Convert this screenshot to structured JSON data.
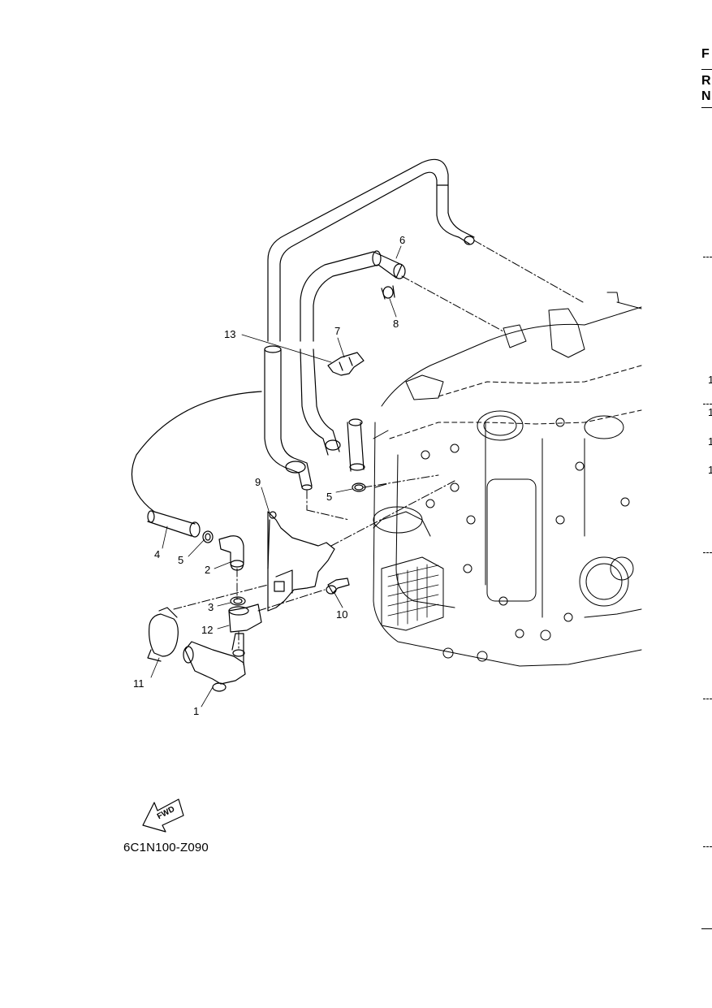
{
  "diagram": {
    "part_code": "6C1N100-Z090",
    "fwd_label": "FWD",
    "callouts": [
      {
        "id": "c1",
        "text": "1"
      },
      {
        "id": "c2",
        "text": "2"
      },
      {
        "id": "c3",
        "text": "3"
      },
      {
        "id": "c4",
        "text": "4"
      },
      {
        "id": "c5a",
        "text": "5"
      },
      {
        "id": "c5b",
        "text": "5"
      },
      {
        "id": "c6",
        "text": "6"
      },
      {
        "id": "c7",
        "text": "7"
      },
      {
        "id": "c8",
        "text": "8"
      },
      {
        "id": "c9",
        "text": "9"
      },
      {
        "id": "c10",
        "text": "10"
      },
      {
        "id": "c11",
        "text": "11"
      },
      {
        "id": "c12",
        "text": "12"
      },
      {
        "id": "c13",
        "text": "13"
      }
    ]
  },
  "right_edge": {
    "letters": [
      "F",
      "R",
      "N"
    ],
    "numbers": [
      "1",
      "1",
      "1",
      "1"
    ]
  }
}
